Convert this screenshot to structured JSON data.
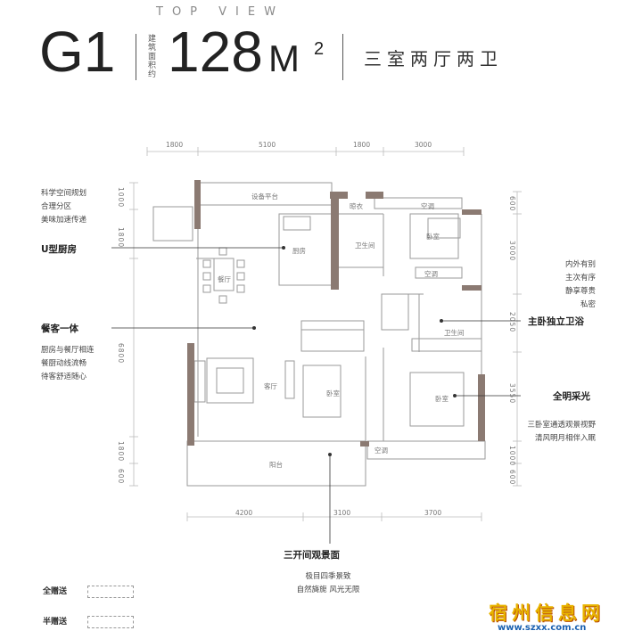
{
  "header": {
    "top_view": "TOP VIEW",
    "code": "G1",
    "area_caption": "建筑面积约",
    "area": "128",
    "unit": "M",
    "unit_sup": "2",
    "layout_type": "三室两厅两卫"
  },
  "dimensions": {
    "top": [
      "1800",
      "5100",
      "1800",
      "3000"
    ],
    "bottom": [
      "4200",
      "3100",
      "3700"
    ],
    "left": [
      "1000",
      "1800",
      "6800",
      "1800",
      "600"
    ],
    "right": [
      "600",
      "3000",
      "2050",
      "3550",
      "1000",
      "600"
    ]
  },
  "rooms": {
    "equipment_platform": "设备平台",
    "kitchen": "厨房",
    "dining": "餐厅",
    "living": "客厅",
    "balcony": "阳台",
    "bath_top": "卫生间",
    "bath_master": "卫生间",
    "bedroom_top": "卧室",
    "bedroom_mid": "卧室",
    "bedroom_master": "卧室",
    "drying": "晾衣",
    "ac": "空调",
    "ac2": "空调",
    "ac_bottom": "空调"
  },
  "callouts": {
    "kitchen_points": [
      "科学空间规划",
      "合理分区",
      "美味加速传递"
    ],
    "kitchen_title": "U型厨房",
    "dining_title": "餐客一体",
    "dining_points": [
      "厨房与餐厅相连",
      "餐厨动线流畅",
      "待客舒适随心"
    ],
    "privacy_points": [
      "内外有别",
      "主次有序",
      "静享尊贵私密"
    ],
    "master_bath_title": "主卧独立卫浴",
    "light_title": "全明采光",
    "light_points": [
      "三卧室通透观景视野",
      "清风明月相伴入眠"
    ],
    "view_title": "三开间观景面",
    "view_points": [
      "极目四季景致",
      "自然旖旎 风光无限"
    ]
  },
  "legend": {
    "full_gift": "全赠送",
    "half_gift": "半赠送"
  },
  "watermark": {
    "name": "宿州信息网",
    "url": "www.szxx.com.cn"
  },
  "colors": {
    "wall": "#8b7a72",
    "line": "#9a9a9a",
    "text": "#333333"
  }
}
